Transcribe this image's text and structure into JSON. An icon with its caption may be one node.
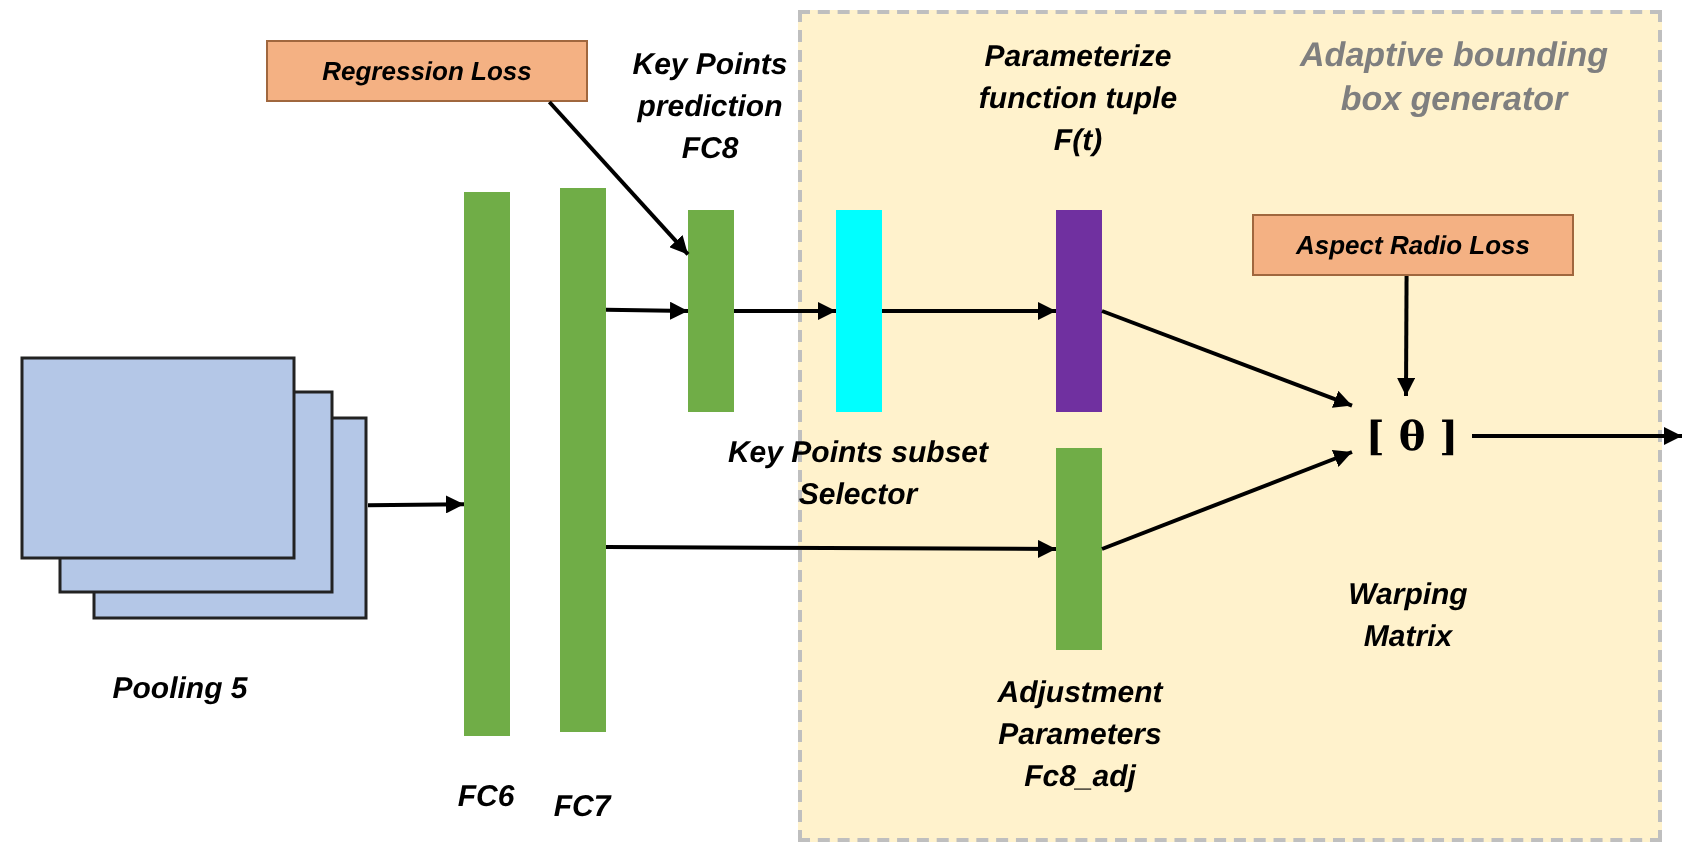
{
  "diagram": {
    "nodes": [
      {
        "text": [
          "Adaptive bounding box generator"
        ]
      },
      {
        "text": [
          "Pooling 5"
        ]
      },
      {
        "text": [
          "Regression Loss"
        ]
      },
      {
        "text": [
          "FC6"
        ]
      },
      {
        "text": [
          "FC7"
        ]
      },
      {
        "text": [
          "Key Points prediction FC8"
        ]
      },
      {
        "text": [
          "Key Points subset Selector"
        ],
        "in": 0
      },
      {
        "text": [
          "Parameterize function tuple F(t)"
        ],
        "in": 0
      },
      {
        "text": [
          "Adjustment Parameters Fc8_adj"
        ],
        "in": 0
      },
      {
        "text": [
          "Aspect Radio Loss"
        ],
        "in": 0
      },
      {
        "text": [
          "[ θ ]"
        ],
        "in": 0
      }
    ],
    "labels": [
      "Warping Matrix"
    ],
    "edges": [
      {
        "from": 1,
        "to": 3,
        "arrow": "to"
      },
      {
        "from": 4,
        "to": 5,
        "arrow": "to"
      },
      {
        "from": 2,
        "to": 5,
        "arrow": "to"
      },
      {
        "from": 5,
        "to": 6,
        "arrow": "to"
      },
      {
        "from": 6,
        "to": 7,
        "arrow": "to"
      },
      {
        "from": 4,
        "to": 8,
        "arrow": "to"
      },
      {
        "from": 7,
        "to": 10,
        "arrow": "to"
      },
      {
        "from": 8,
        "to": 10,
        "arrow": "to"
      },
      {
        "from": 9,
        "to": 10,
        "arrow": "to"
      },
      {
        "from": 10,
        "to": null,
        "arrow": "to"
      }
    ]
  }
}
